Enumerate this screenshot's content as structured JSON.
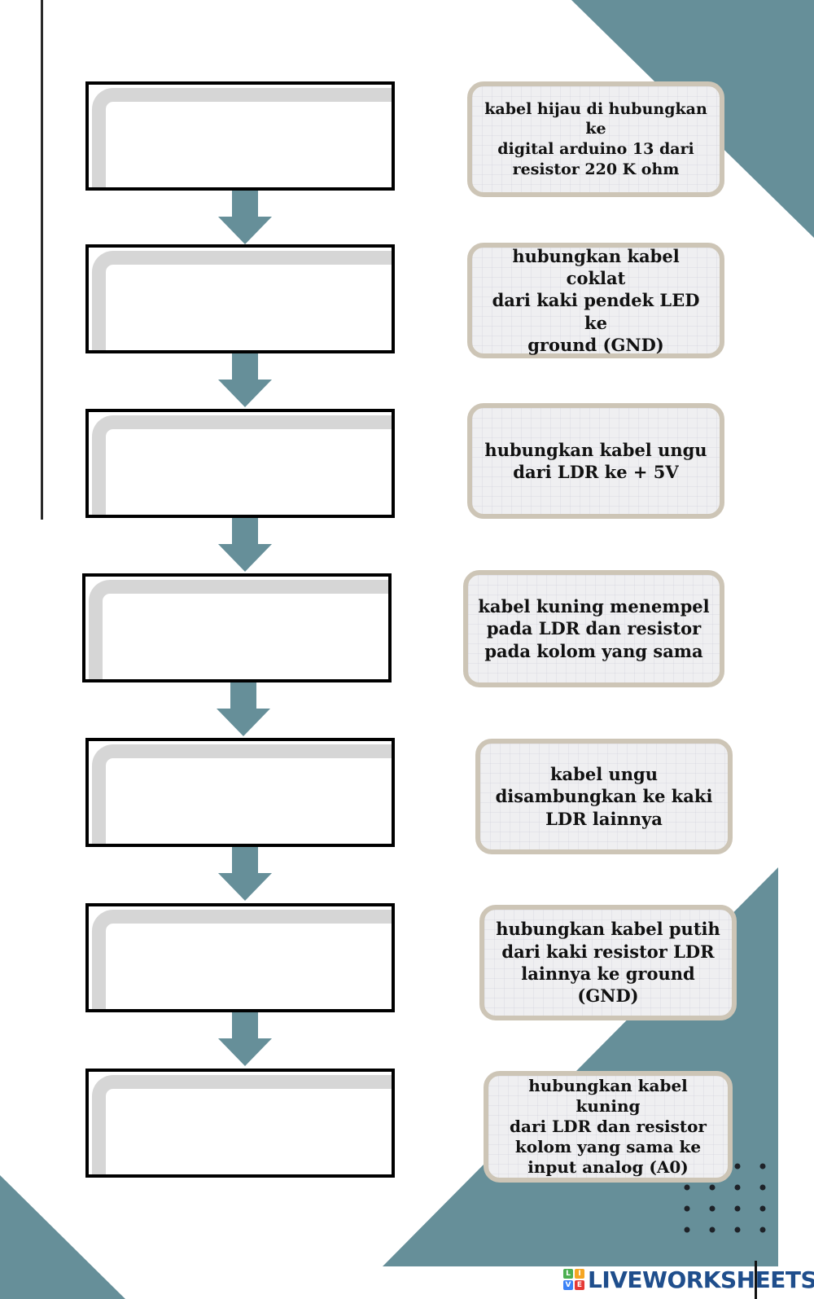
{
  "colors": {
    "accent_teal": "#668f99",
    "card_border": "#cdc5b6",
    "card_fill": "#efeff1",
    "box_border": "#000000",
    "box_inner_frame": "#d6d6d6",
    "dots": "#1e2228",
    "logo_text": "#1f4e8c"
  },
  "flowchart": {
    "answer_boxes": [
      {
        "value": "",
        "placeholder": ""
      },
      {
        "value": "",
        "placeholder": ""
      },
      {
        "value": "",
        "placeholder": ""
      },
      {
        "value": "",
        "placeholder": ""
      },
      {
        "value": "",
        "placeholder": ""
      },
      {
        "value": "",
        "placeholder": ""
      },
      {
        "value": "",
        "placeholder": ""
      }
    ],
    "arrow_icon": "arrow-down-icon"
  },
  "cards": [
    {
      "text": "kabel hijau di  hubungkan ke\ndigital arduino 13 dari\nresistor 220 K ohm"
    },
    {
      "text": "hubungkan kabel  coklat\ndari kaki pendek LED ke\nground (GND)"
    },
    {
      "text": "hubungkan kabel ungu\ndari LDR  ke  + 5V"
    },
    {
      "text": "kabel kuning menempel\npada LDR dan resistor\npada kolom yang sama"
    },
    {
      "text": "kabel ungu\ndisambungkan ke kaki\nLDR lainnya"
    },
    {
      "text": "hubungkan kabel putih\ndari kaki  resistor LDR\nlainnya ke ground (GND)"
    },
    {
      "text": "hubungkan kabel kuning\ndari LDR dan resistor\nkolom yang sama ke\ninput analog (A0)"
    }
  ],
  "logo": {
    "icon_letters": [
      "L",
      "I",
      "V",
      "E"
    ],
    "icon_colors": [
      "#4caf50",
      "#f5a623",
      "#3b82f6",
      "#e53935"
    ],
    "text": "LIVEWORKSHEETS"
  }
}
